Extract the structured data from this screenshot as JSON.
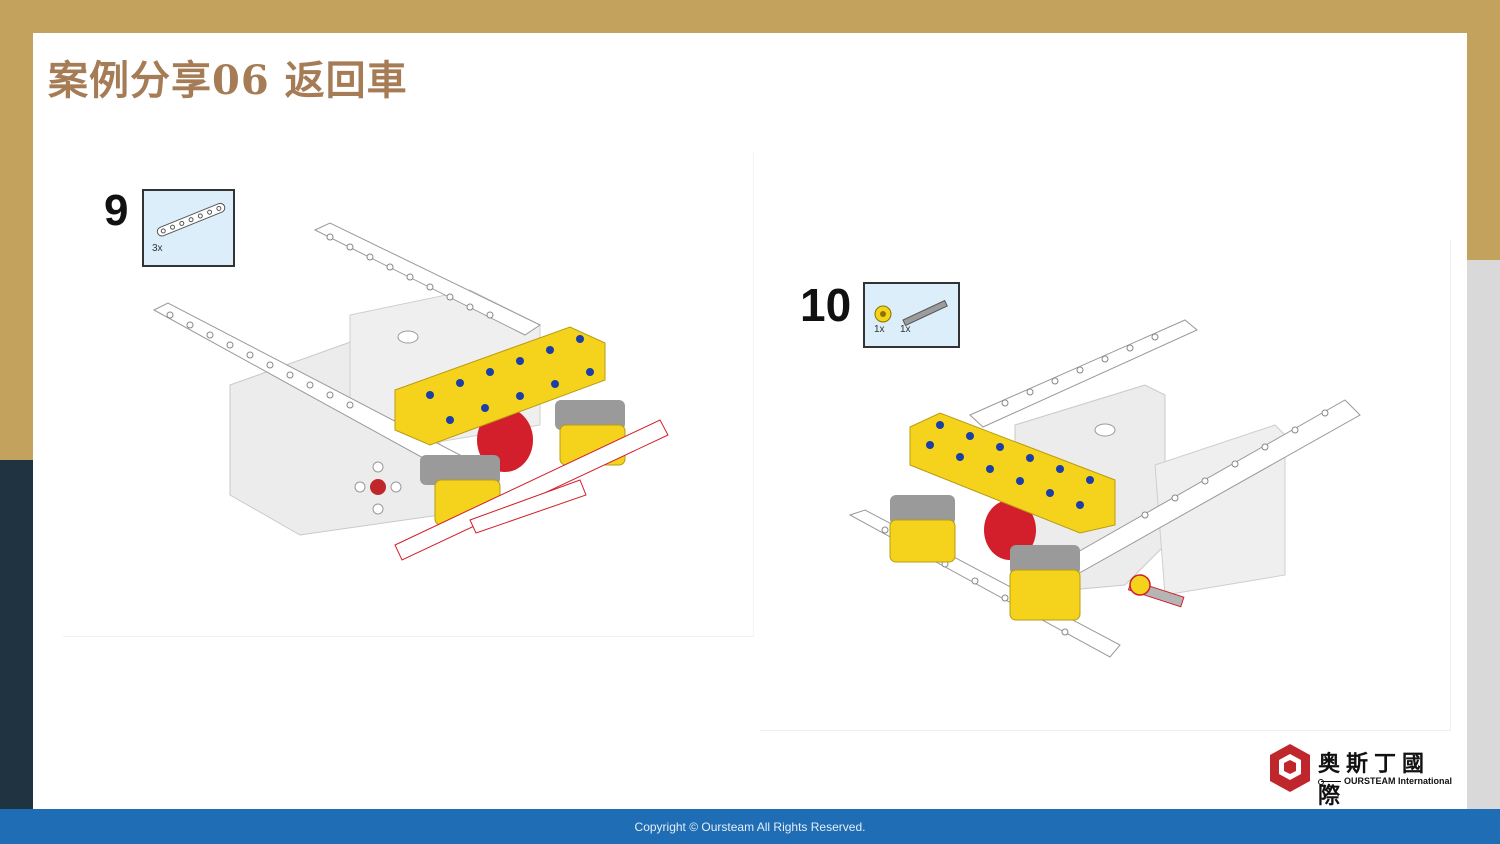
{
  "slide": {
    "title": "案例分享06 返回車"
  },
  "steps": [
    {
      "number": "9",
      "parts": [
        {
          "qty": "3x",
          "part": "beam-icon"
        }
      ]
    },
    {
      "number": "10",
      "parts": [
        {
          "qty": "1x",
          "part": "bush-icon"
        },
        {
          "qty": "1x",
          "part": "axle-icon"
        }
      ]
    }
  ],
  "logo": {
    "cn": "奥斯丁國際",
    "en": "OURSTEAM International"
  },
  "footer": {
    "copyright": "Copyright © Oursteam All Rights Reserved."
  },
  "colors": {
    "title": "#a57c55",
    "frame": "#c3a25e",
    "footer": "#1f6db4",
    "logo_red": "#c0272d"
  }
}
